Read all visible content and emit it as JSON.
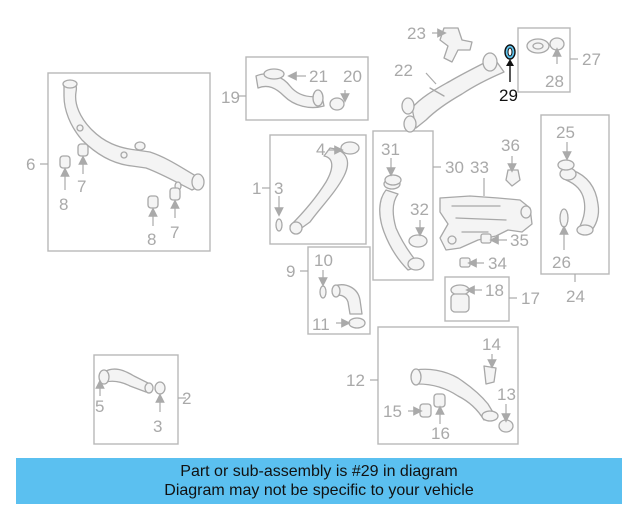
{
  "diagram": {
    "highlighted_callout": "29",
    "highlight_color": "#5bc0f0",
    "callouts": {
      "c1": "1",
      "c2": "2",
      "c3a": "3",
      "c3b": "3",
      "c4": "4",
      "c5": "5",
      "c6": "6",
      "c7a": "7",
      "c7b": "7",
      "c8a": "8",
      "c8b": "8",
      "c9": "9",
      "c10": "10",
      "c11": "11",
      "c12": "12",
      "c13": "13",
      "c14": "14",
      "c15": "15",
      "c16": "16",
      "c17": "17",
      "c18": "18",
      "c19": "19",
      "c20": "20",
      "c21": "21",
      "c22": "22",
      "c23": "23",
      "c24": "24",
      "c25": "25",
      "c26": "26",
      "c27": "27",
      "c28": "28",
      "c29": "29",
      "c30": "30",
      "c31": "31",
      "c32": "32",
      "c33": "33",
      "c34": "34",
      "c35": "35",
      "c36": "36"
    }
  },
  "banner": {
    "line1": "Part or sub-assembly is #29 in diagram",
    "line2": "Diagram may not be specific to your vehicle",
    "background": "#5bc0f0"
  }
}
